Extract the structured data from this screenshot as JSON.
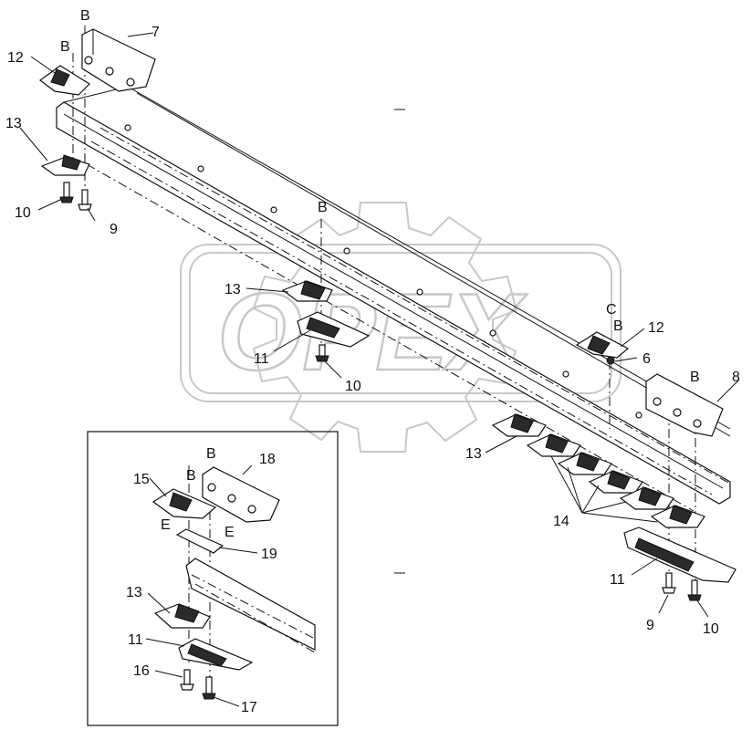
{
  "watermark": {
    "text": "OPEX",
    "color": "#c8c8c8"
  },
  "callouts": {
    "main": {
      "ref_b_top1": "B",
      "ref_b_top2": "B",
      "n7": "7",
      "n12a": "12",
      "n13a": "13",
      "n10a": "10",
      "n9a": "9",
      "ref_b_mid": "B",
      "n13b": "13",
      "n11a": "11",
      "n10b": "10",
      "ref_c": "C",
      "ref_b_right1": "B",
      "n12b": "12",
      "n6": "6",
      "ref_b_right2": "B",
      "n8": "8",
      "n13c": "13",
      "n14": "14",
      "n11b": "11",
      "n9b": "9",
      "n10c": "10"
    },
    "inset": {
      "ref_b1": "B",
      "n18": "18",
      "n15": "15",
      "ref_b2": "B",
      "ref_e1": "E",
      "ref_e2": "E",
      "n19": "19",
      "n13": "13",
      "n11": "11",
      "n16": "16",
      "n17": "17"
    }
  }
}
